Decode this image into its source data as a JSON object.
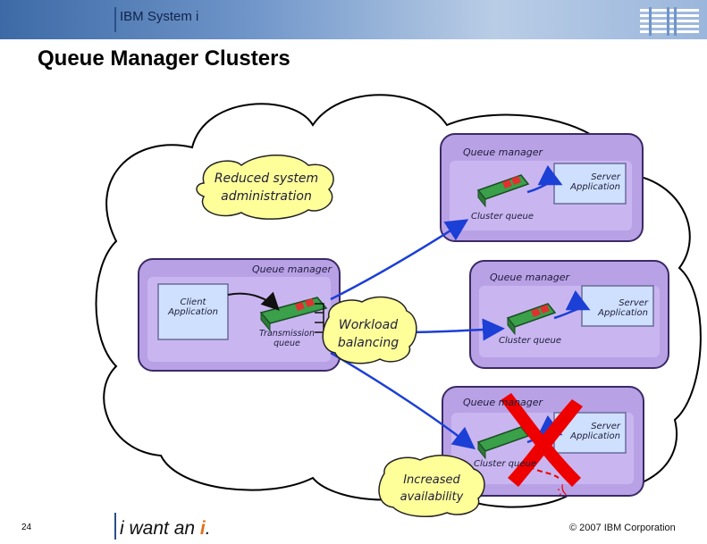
{
  "header": {
    "brand": "IBM System i",
    "logo_text": "IBM"
  },
  "page": {
    "title": "Queue Manager Clusters"
  },
  "diagram": {
    "queue_manager_label": "Queue manager",
    "server_application_label": "Server\nApplication",
    "client_application_label": "Client\nApplication",
    "cluster_queue_label": "Cluster queue",
    "transmission_queue_label": "Transmission\nqueue",
    "cloud_reduced_admin": "Reduced system\nadministration",
    "cloud_workload": "Workload\nbalancing",
    "cloud_availability": "Increased\navailability"
  },
  "footer": {
    "page_number": "24",
    "slogan_prefix": "i want an ",
    "slogan_mark": "i",
    "slogan_suffix": ".",
    "copyright": "© 2007 IBM Corporation"
  },
  "colors": {
    "box_fill": "#b9a1e6",
    "box_border": "#3a2a66",
    "arrow": "#1c3fd6",
    "cross": "#ee0000",
    "cloud_fill": "#ffff99",
    "app_fill": "#cfe0ff",
    "queue_green": "#3aa04a"
  }
}
